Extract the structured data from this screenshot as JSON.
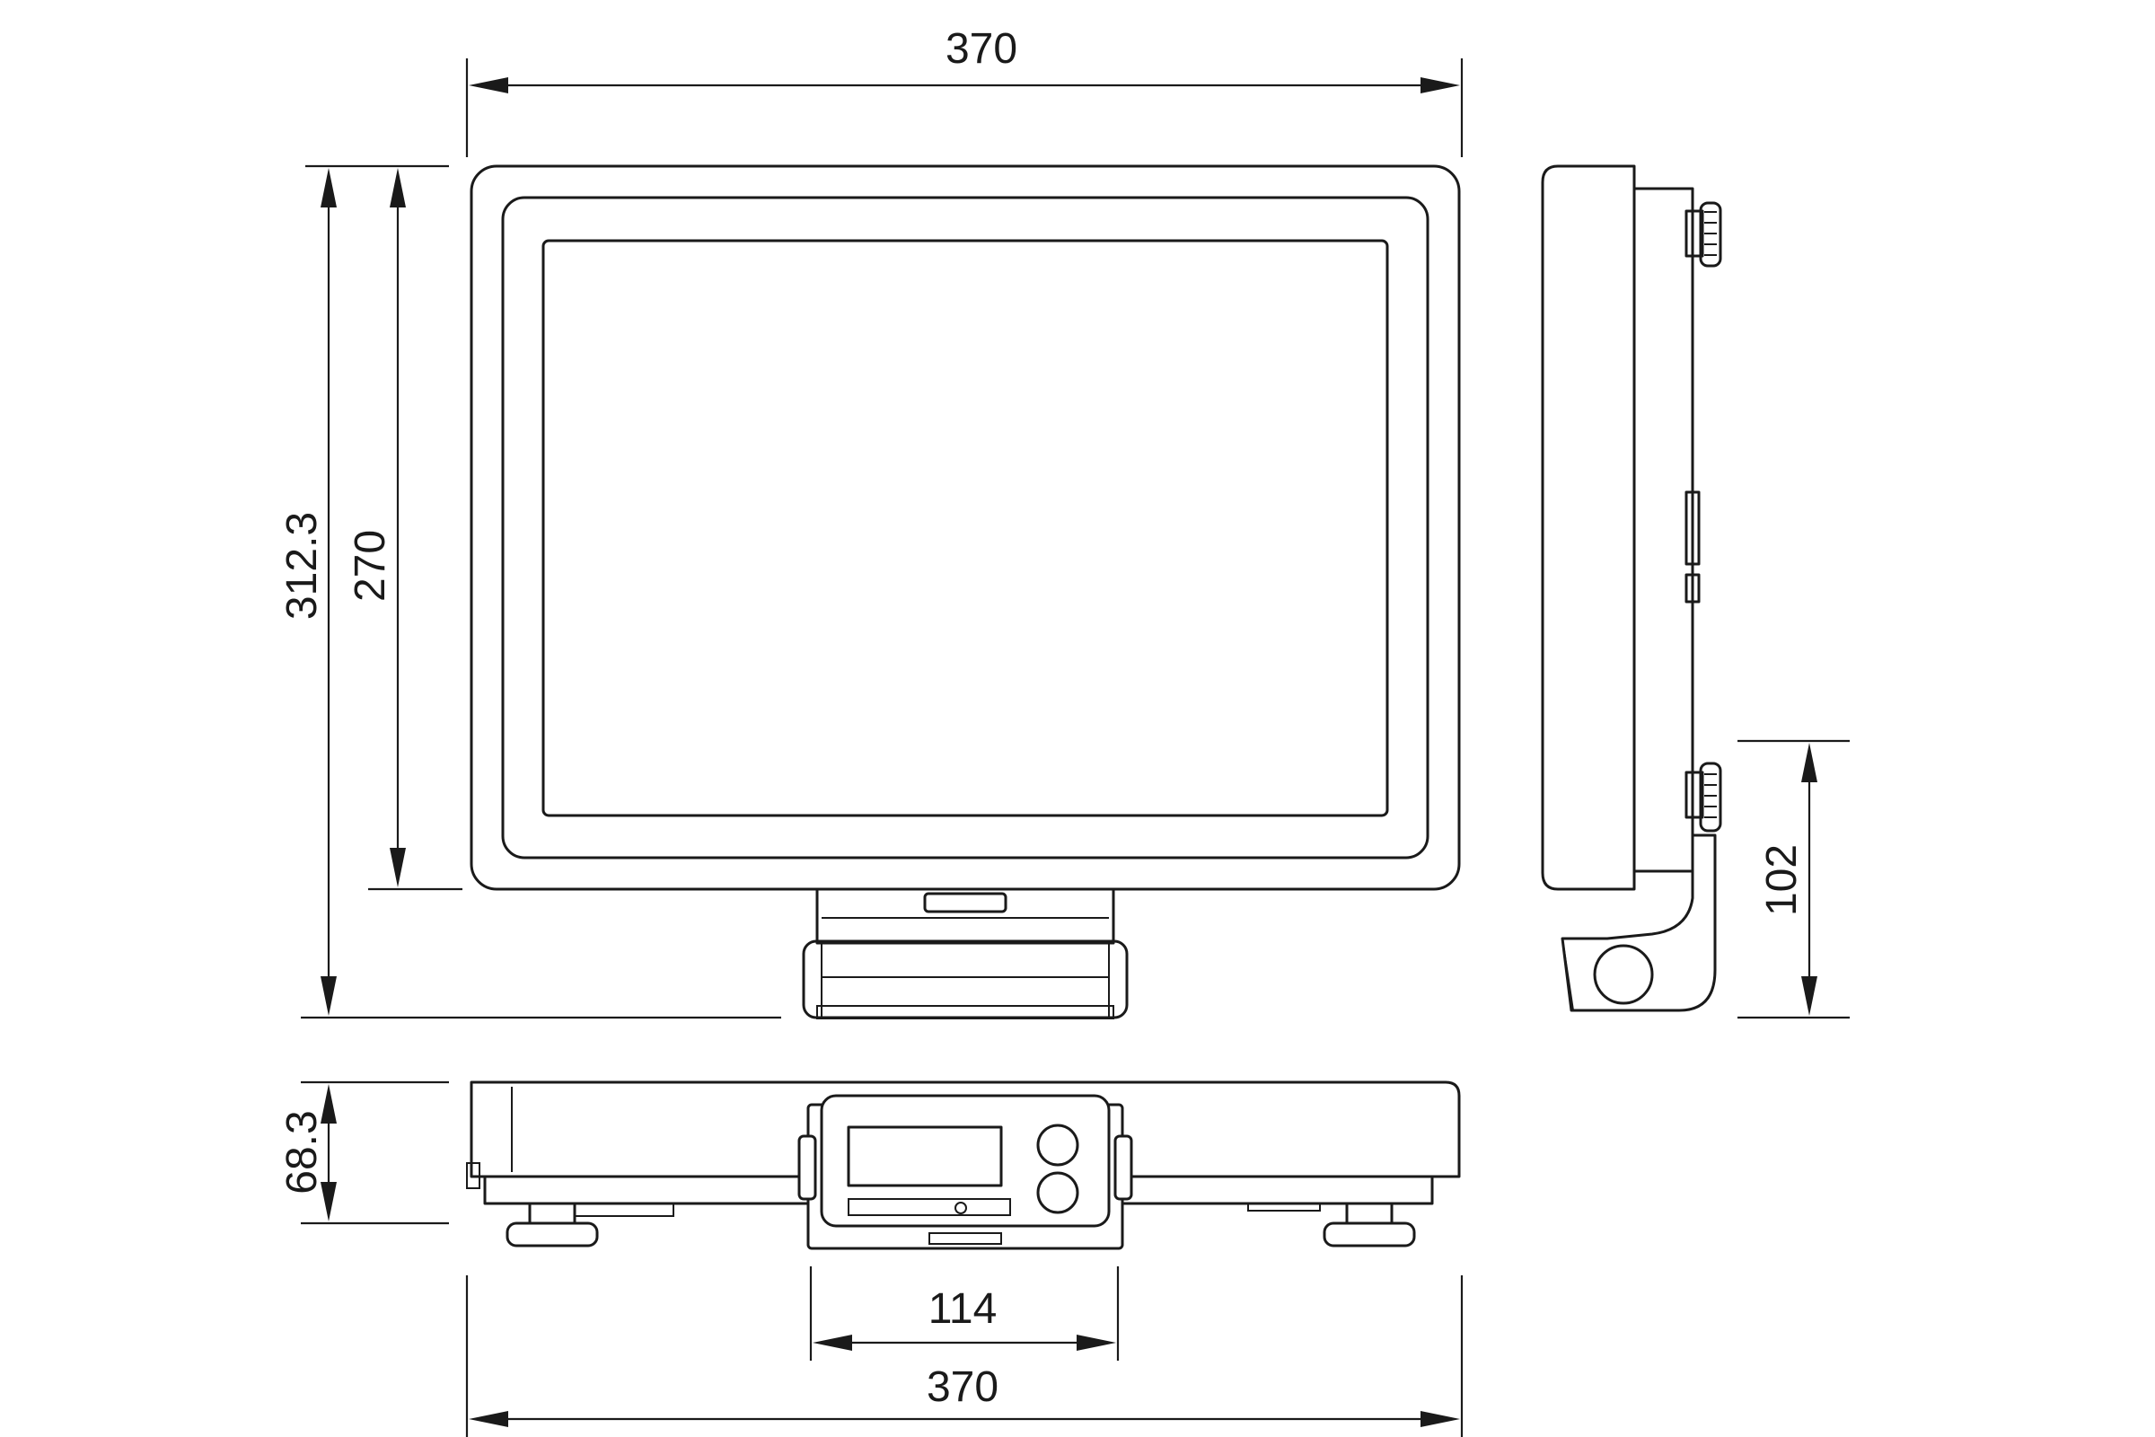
{
  "dimensions": {
    "top_width": "370",
    "height_total": "312.3",
    "height_platform": "270",
    "side_bracket": "102",
    "front_height": "68.3",
    "display_width": "114",
    "bottom_width": "370"
  },
  "colors": {
    "line": "#1a1a1a",
    "background": "#ffffff"
  }
}
